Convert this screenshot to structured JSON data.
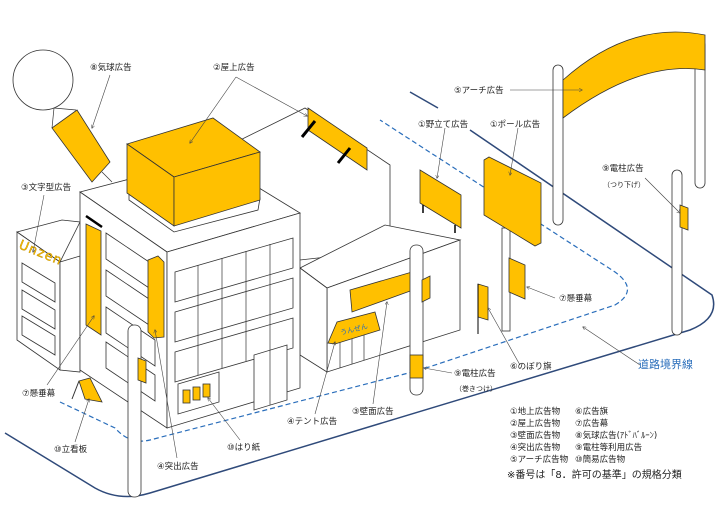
{
  "labels": {
    "balloon": "⑧気球広告",
    "rooftop": "②屋上広告",
    "letter": "③文字型広告",
    "arch": "⑤アーチ広告",
    "standing": "①野立て広告",
    "pole_sign": "①ポール広告",
    "utility_hanging": "⑨電柱広告",
    "utility_hanging_sub": "（つり下げ）",
    "banner_right": "⑦懸垂幕",
    "flag": "⑥のぼり旗",
    "road_boundary": "道路境界線",
    "utility_wrap": "⑨電柱広告",
    "utility_wrap_sub": "（巻きつけ）",
    "banner_left": "⑦懸垂幕",
    "a_board": "⑩立看板",
    "projecting": "④突出広告",
    "poster": "⑩はり紙",
    "tent": "④テント広告",
    "wall": "③壁面広告"
  },
  "signs": {
    "unzen": "Unzen",
    "tent_text": "うんぜん"
  },
  "legend": {
    "col1": [
      "①地上広告物",
      "②屋上広告物",
      "③壁面広告物",
      "④突出広告物",
      "⑤アーチ広告物"
    ],
    "col2": [
      "⑥広告旗",
      "⑦広告幕",
      "⑧気球広告(ｱﾄﾞﾊﾞﾙｰﾝ)",
      "⑨電柱等利用広告",
      "⑩簡易広告物"
    ],
    "note": "※番号は「8．許可の基準」の規格分類"
  },
  "colors": {
    "sign": "#FFC000",
    "road_line": "#2F4A7A",
    "boundary": "#2a6ebb"
  }
}
